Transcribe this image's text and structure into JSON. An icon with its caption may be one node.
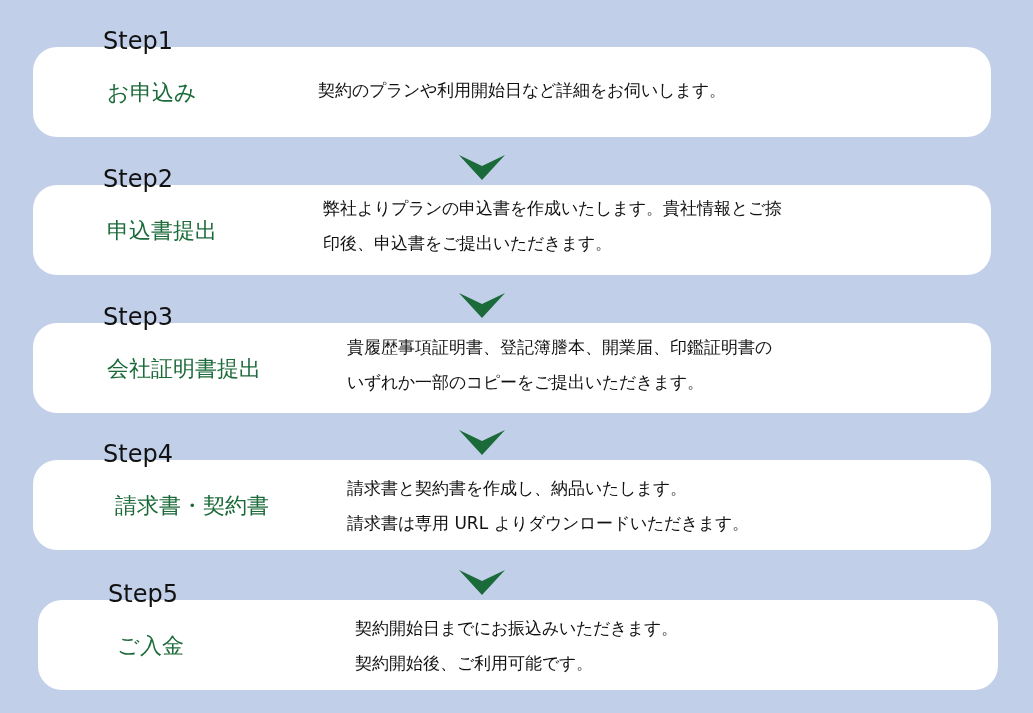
{
  "diagram": {
    "nodes": [
      {
        "text": [
          "Step1",
          "お申込み",
          "契約のプランや利用開始日など詳細をお伺いします。"
        ]
      },
      {
        "text": [
          "Step2",
          "申込書提出",
          "弊社よりプランの申込書を作成いたします。貴社情報とご捺印後、申込書をご提出いただきます。"
        ]
      },
      {
        "text": [
          "Step3",
          "会社証明書提出",
          "貴履歴事項証明書、登記簿謄本、開業届、印鑑証明書のいずれか一部のコピーをご提出いただきます。"
        ]
      },
      {
        "text": [
          "Step4",
          "請求書・契約書",
          "請求書と契約書を作成し、納品いたします。",
          "請求書は専用 URL よりダウンロードいただきます。"
        ]
      },
      {
        "text": [
          "Step5",
          "ご入金",
          "契約開始日までにお振込みいただきます。",
          "契約開始後、ご利用可能です。"
        ]
      }
    ],
    "edges": [
      {
        "from": 0,
        "to": 1,
        "arrow": "to"
      },
      {
        "from": 1,
        "to": 2,
        "arrow": "to"
      },
      {
        "from": 2,
        "to": 3,
        "arrow": "to"
      },
      {
        "from": 3,
        "to": 4,
        "arrow": "to"
      }
    ]
  }
}
